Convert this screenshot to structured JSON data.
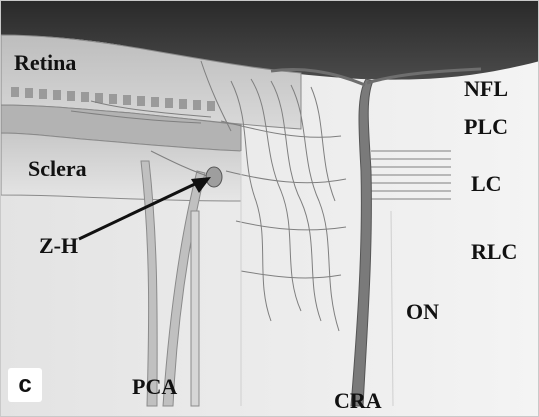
{
  "figure": {
    "panel_letter": "c",
    "labels": {
      "retina": "Retina",
      "sclera": "Sclera",
      "nfl": "NFL",
      "plc": "PLC",
      "lc": "LC",
      "rlc": "RLC",
      "on": "ON",
      "zh": "Z-H",
      "pca": "PCA",
      "cra": "CRA"
    }
  }
}
